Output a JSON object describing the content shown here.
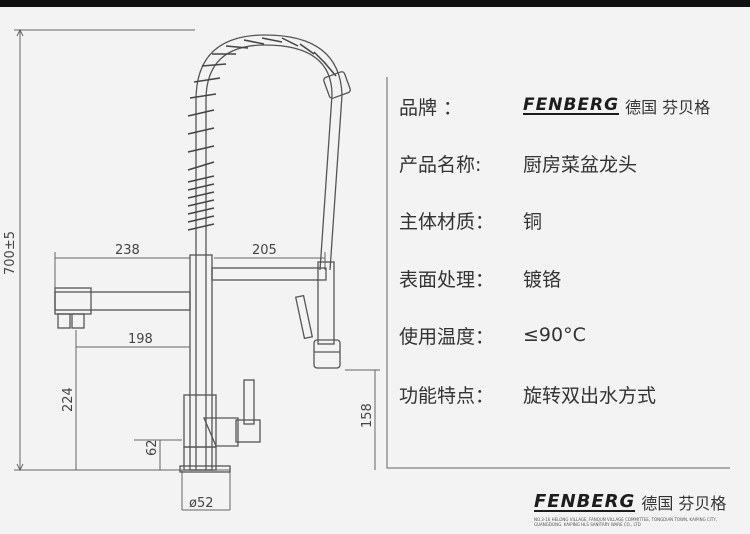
{
  "brand": {
    "logo_text": "FENBERG",
    "cn_name": "德国 芬贝格",
    "footer_address": "NO.3-16 HELONG VILLAGE, FANQUN VILLAGE COMMITTEE, TONGDIAN TOWN, KAIPING CITY, GUANGDONG. KAIPING HLS SANITARY WARE CO., LTD"
  },
  "specs": [
    {
      "label": "品牌 ：",
      "value": ""
    },
    {
      "label": "产品名称:",
      "value": "厨房菜盆龙头"
    },
    {
      "label": "主体材质：",
      "value": "铜"
    },
    {
      "label": "表面处理：",
      "value": "镀铬"
    },
    {
      "label": "使用温度：",
      "value": "≤90°C"
    },
    {
      "label": "功能特点：",
      "value": "旋转双出水方式"
    }
  ],
  "dimensions": {
    "total_height": "700±5",
    "left_arm": "238",
    "right_arm": "205",
    "lower_arm": "198",
    "body_height": "224",
    "base_height": "62",
    "spout_height": "158",
    "base_diameter": "ø52"
  },
  "colors": {
    "background": "#f3f3f3",
    "line": "#555555",
    "text": "#333333"
  }
}
